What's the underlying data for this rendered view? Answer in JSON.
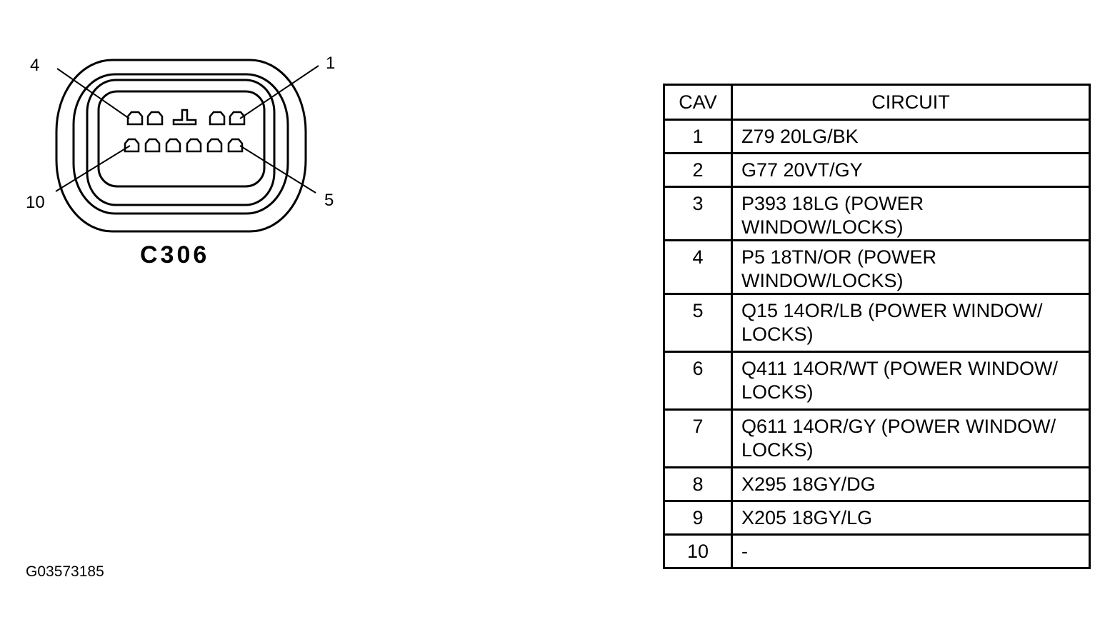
{
  "connector": {
    "name": "C306",
    "pin_labels": {
      "top_left": "4",
      "top_right": "1",
      "bottom_left": "10",
      "bottom_right": "5"
    }
  },
  "table": {
    "headers": [
      "CAV",
      "CIRCUIT"
    ],
    "rows": [
      {
        "cav": "1",
        "circuit": "Z79 20LG/BK"
      },
      {
        "cav": "2",
        "circuit": "G77 20VT/GY"
      },
      {
        "cav": "3",
        "circuit": "P393 18LG (POWER WINDOW/LOCKS)"
      },
      {
        "cav": "4",
        "circuit": "P5 18TN/OR (POWER WINDOW/LOCKS)"
      },
      {
        "cav": "5",
        "circuit": "Q15 14OR/LB (POWER WINDOW/ LOCKS)"
      },
      {
        "cav": "6",
        "circuit": "Q411 14OR/WT (POWER WINDOW/ LOCKS)"
      },
      {
        "cav": "7",
        "circuit": "Q611 14OR/GY (POWER WINDOW/ LOCKS)"
      },
      {
        "cav": "8",
        "circuit": "X295 18GY/DG"
      },
      {
        "cav": "9",
        "circuit": "X205 18GY/LG"
      },
      {
        "cav": "10",
        "circuit": "-"
      }
    ]
  },
  "figure_id": "G03573185"
}
